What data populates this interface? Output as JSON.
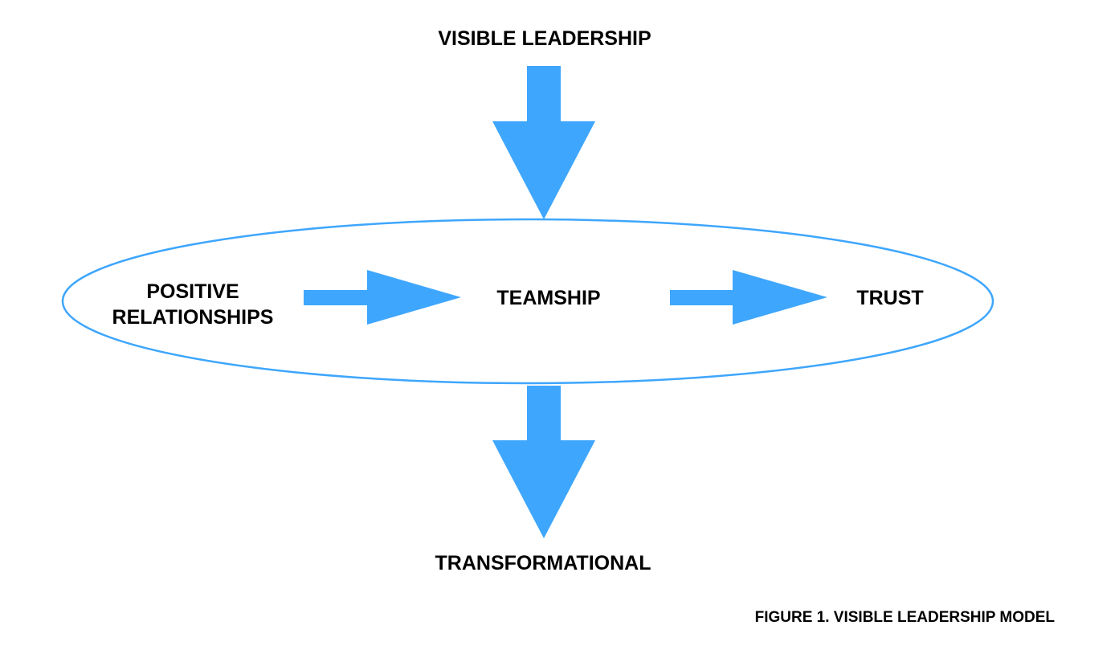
{
  "diagram": {
    "top_label": "VISIBLE LEADERSHIP",
    "bottom_label": "TRANSFORMATIONAL",
    "nodes": {
      "positive_relationships_line1": "POSITIVE",
      "positive_relationships_line2": "RELATIONSHIPS",
      "teamship": "TEAMSHIP",
      "trust": "TRUST"
    },
    "caption": "FIGURE 1. VISIBLE LEADERSHIP MODEL"
  },
  "colors": {
    "arrow_fill": "#3ea6fd",
    "ellipse_stroke": "#3ea6fd",
    "text": "#000000",
    "background": "#ffffff"
  }
}
